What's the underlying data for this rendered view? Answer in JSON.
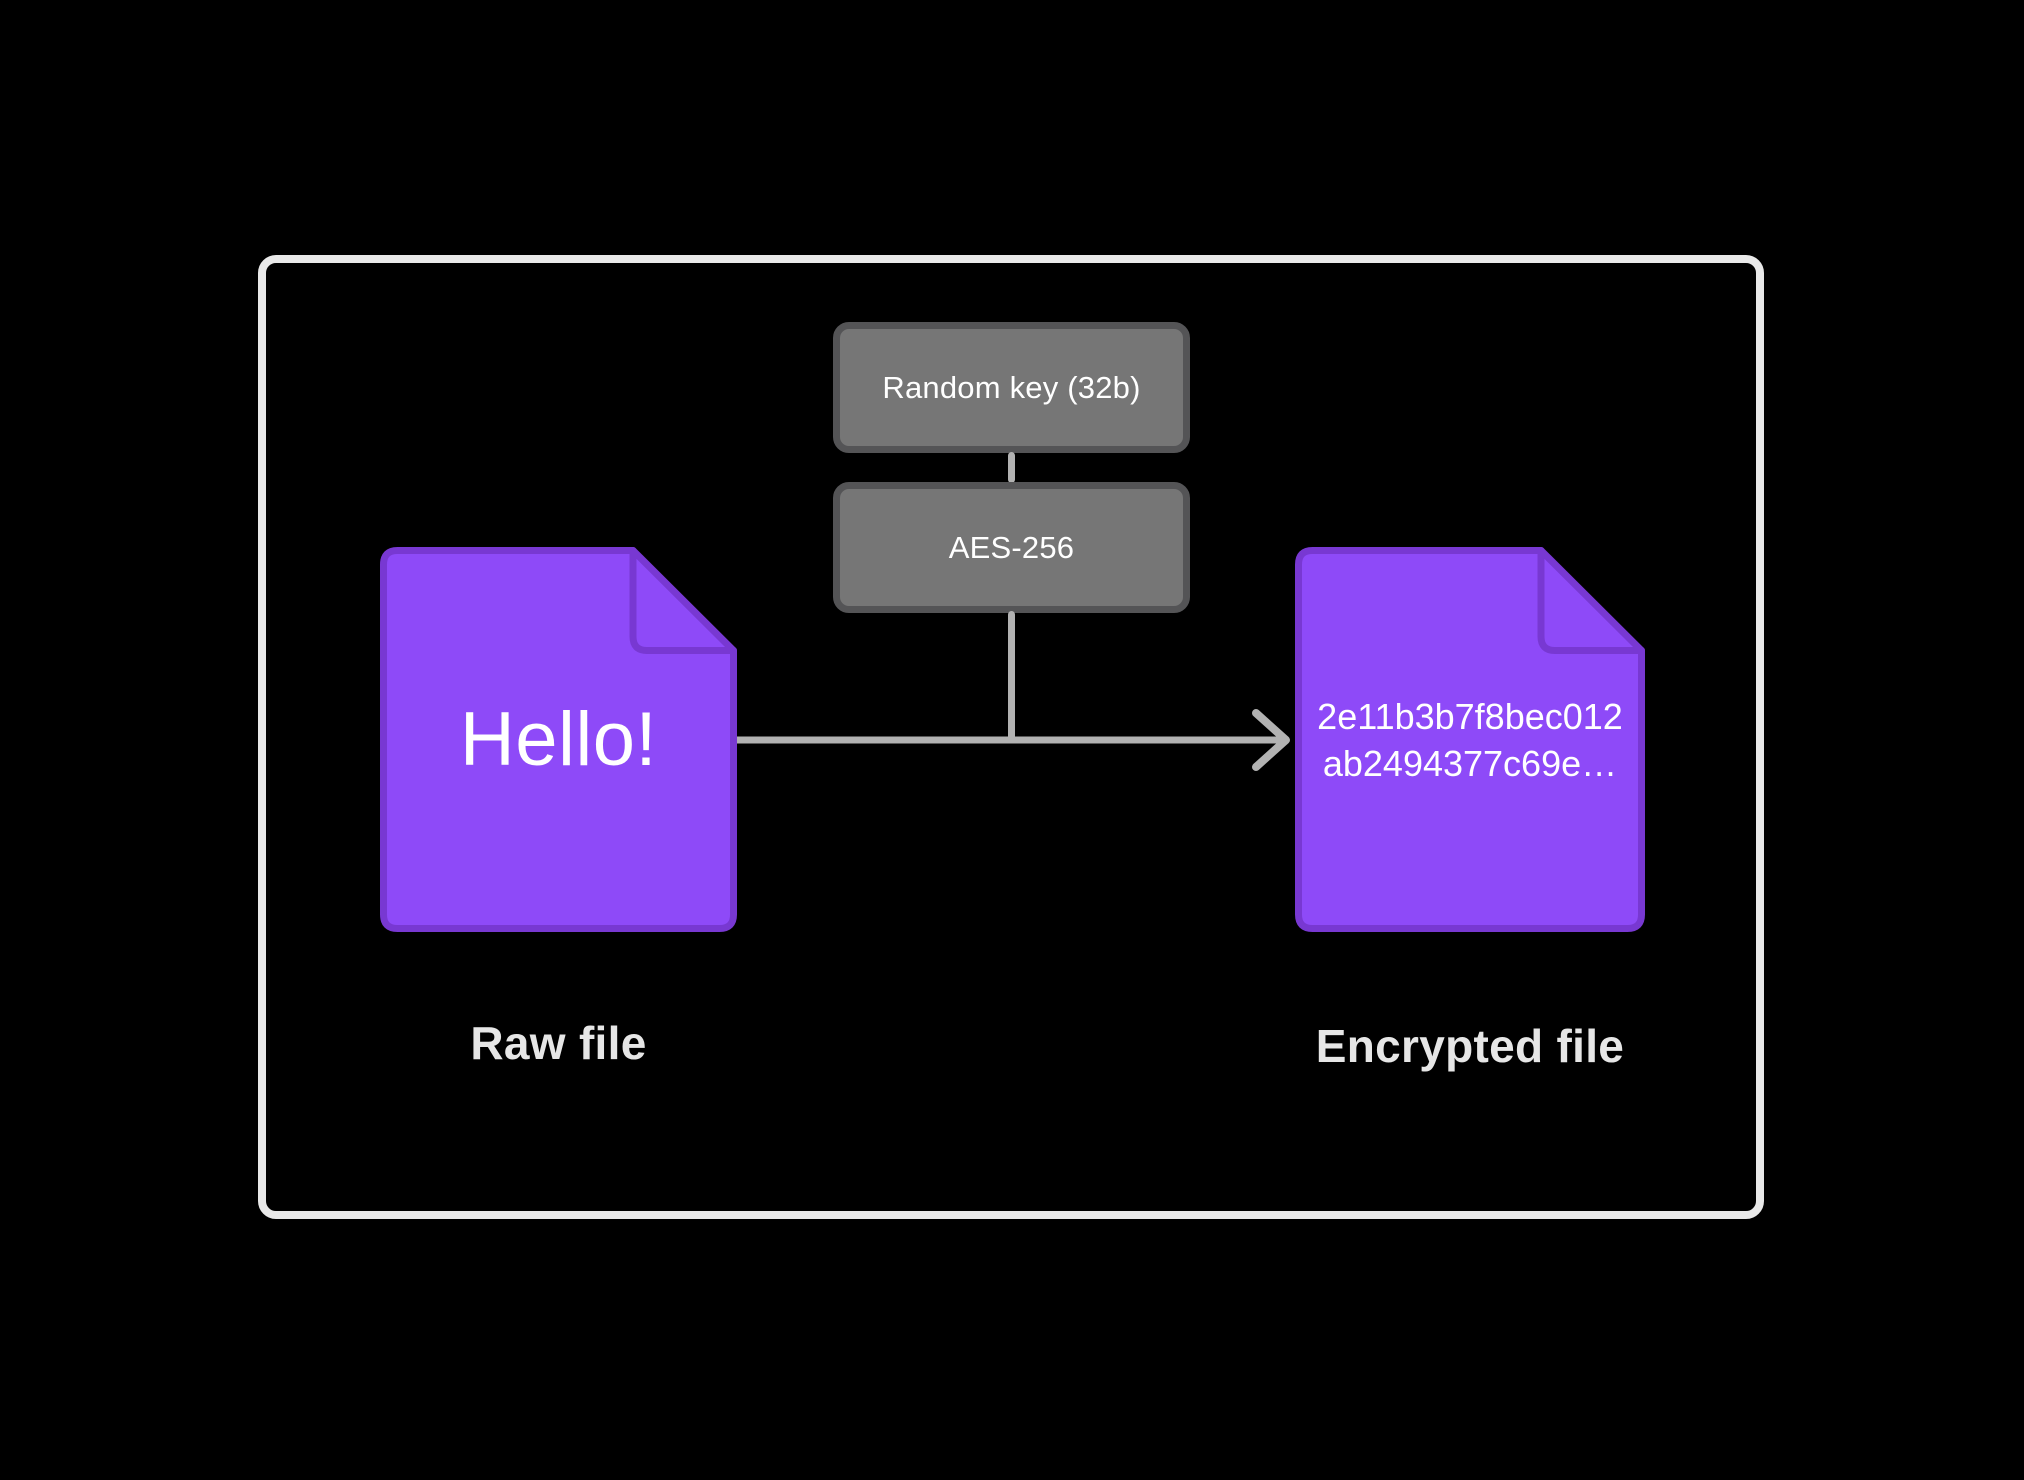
{
  "diagram": {
    "key_box": {
      "label": "Random key (32b)"
    },
    "aes_box": {
      "label": "AES-256"
    },
    "raw_file": {
      "content": "Hello!",
      "caption": "Raw file"
    },
    "encrypted_file": {
      "content_line1": "2e11b3b7f8bec012",
      "content_line2": "ab2494377c69e…",
      "caption": "Encrypted file"
    }
  },
  "colors": {
    "background": "#000000",
    "frame_border": "#e9e9e9",
    "file_fill": "#8e4af8",
    "file_stroke": "#7838d2",
    "box_fill": "#767676",
    "box_stroke": "#545456",
    "connector": "#b2b2b2",
    "label_text": "#e6e6e6",
    "content_text": "#ffffff"
  }
}
